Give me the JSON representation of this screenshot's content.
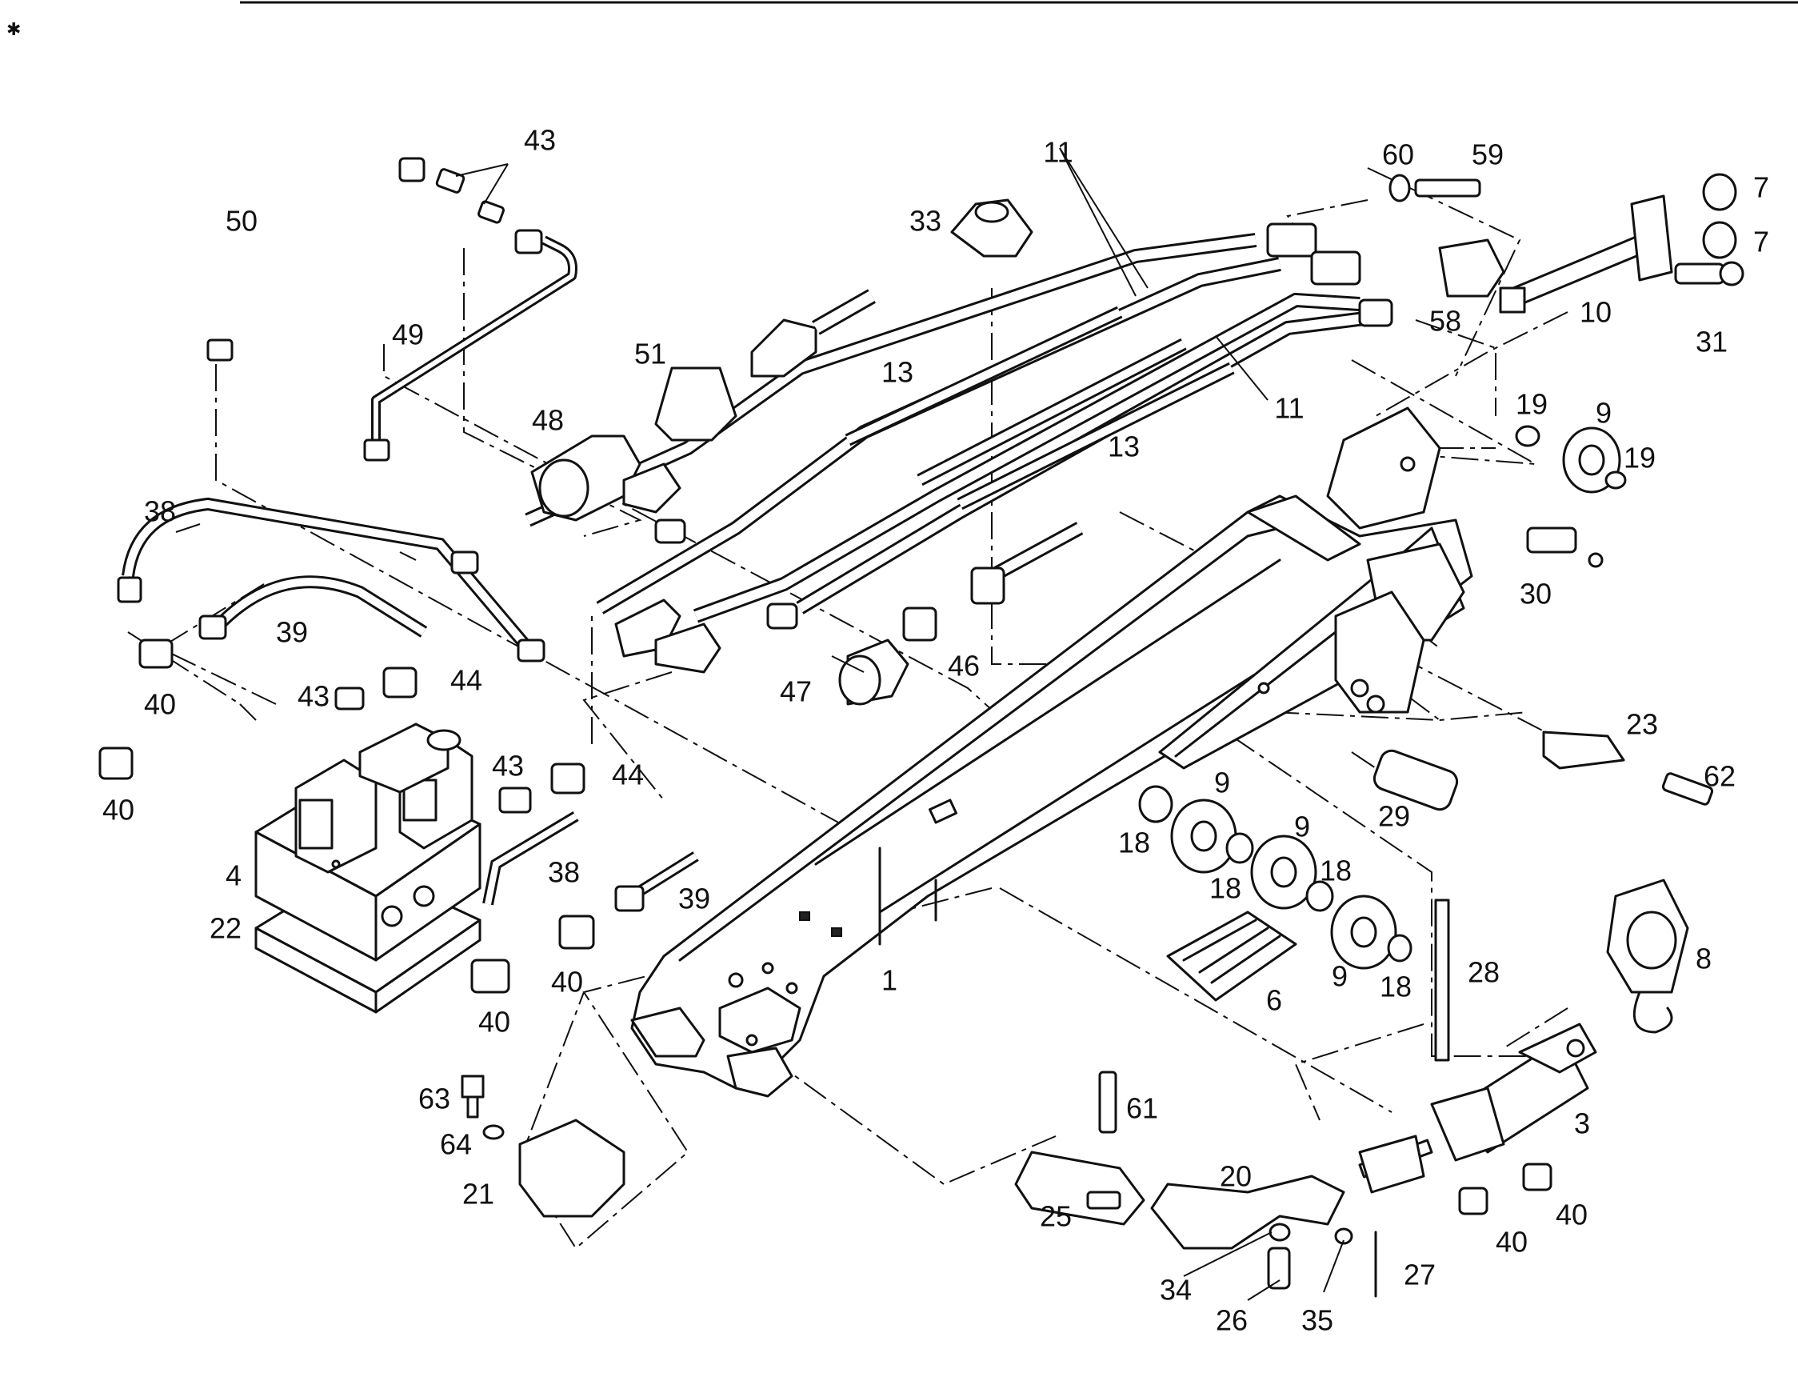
{
  "parts": [
    {
      "id": "p1",
      "label": "1"
    },
    {
      "id": "p3",
      "label": "3"
    },
    {
      "id": "p4",
      "label": "4"
    },
    {
      "id": "p6",
      "label": "6"
    },
    {
      "id": "p7a",
      "label": "7"
    },
    {
      "id": "p7b",
      "label": "7"
    },
    {
      "id": "p8",
      "label": "8"
    },
    {
      "id": "p9a",
      "label": "9"
    },
    {
      "id": "p9b",
      "label": "9"
    },
    {
      "id": "p9c",
      "label": "9"
    },
    {
      "id": "p9d",
      "label": "9"
    },
    {
      "id": "p10",
      "label": "10"
    },
    {
      "id": "p11a",
      "label": "11"
    },
    {
      "id": "p11b",
      "label": "11"
    },
    {
      "id": "p13a",
      "label": "13"
    },
    {
      "id": "p13b",
      "label": "13"
    },
    {
      "id": "p18a",
      "label": "18"
    },
    {
      "id": "p18b",
      "label": "18"
    },
    {
      "id": "p18c",
      "label": "18"
    },
    {
      "id": "p18d",
      "label": "18"
    },
    {
      "id": "p19a",
      "label": "19"
    },
    {
      "id": "p19b",
      "label": "19"
    },
    {
      "id": "p20",
      "label": "20"
    },
    {
      "id": "p21",
      "label": "21"
    },
    {
      "id": "p22",
      "label": "22"
    },
    {
      "id": "p23",
      "label": "23"
    },
    {
      "id": "p25",
      "label": "25"
    },
    {
      "id": "p26",
      "label": "26"
    },
    {
      "id": "p27",
      "label": "27"
    },
    {
      "id": "p28",
      "label": "28"
    },
    {
      "id": "p29",
      "label": "29"
    },
    {
      "id": "p30",
      "label": "30"
    },
    {
      "id": "p31",
      "label": "31"
    },
    {
      "id": "p33",
      "label": "33"
    },
    {
      "id": "p34",
      "label": "34"
    },
    {
      "id": "p35",
      "label": "35"
    },
    {
      "id": "p38a",
      "label": "38"
    },
    {
      "id": "p38b",
      "label": "38"
    },
    {
      "id": "p39a",
      "label": "39"
    },
    {
      "id": "p39b",
      "label": "39"
    },
    {
      "id": "p40a",
      "label": "40"
    },
    {
      "id": "p40b",
      "label": "40"
    },
    {
      "id": "p40c",
      "label": "40"
    },
    {
      "id": "p40d",
      "label": "40"
    },
    {
      "id": "p40e",
      "label": "40"
    },
    {
      "id": "p40f",
      "label": "40"
    },
    {
      "id": "p43a",
      "label": "43"
    },
    {
      "id": "p43b",
      "label": "43"
    },
    {
      "id": "p43c",
      "label": "43"
    },
    {
      "id": "p44a",
      "label": "44"
    },
    {
      "id": "p44b",
      "label": "44"
    },
    {
      "id": "p46",
      "label": "46"
    },
    {
      "id": "p47",
      "label": "47"
    },
    {
      "id": "p48",
      "label": "48"
    },
    {
      "id": "p49",
      "label": "49"
    },
    {
      "id": "p50",
      "label": "50"
    },
    {
      "id": "p51",
      "label": "51"
    },
    {
      "id": "p58",
      "label": "58"
    },
    {
      "id": "p59",
      "label": "59"
    },
    {
      "id": "p60",
      "label": "60"
    },
    {
      "id": "p61",
      "label": "61"
    },
    {
      "id": "p62",
      "label": "62"
    },
    {
      "id": "p63",
      "label": "63"
    },
    {
      "id": "p64",
      "label": "64"
    }
  ]
}
